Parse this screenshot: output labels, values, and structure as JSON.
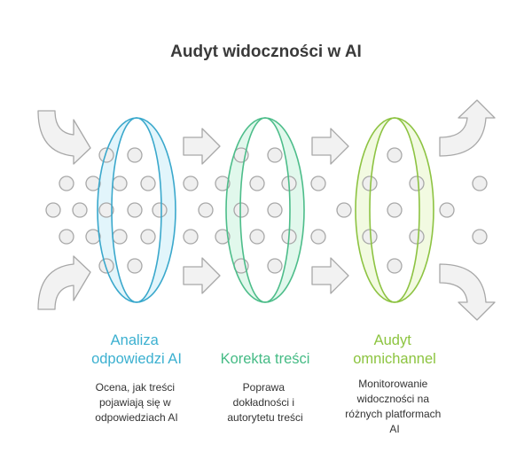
{
  "title": "Audyt widoczności w AI",
  "steps": [
    {
      "title_lines": [
        "Analiza",
        "odpowiedzi AI"
      ],
      "desc_lines": [
        "Ocena, jak treści",
        "pojawiają się w",
        "odpowiedziach AI"
      ],
      "color": "#3bb0d0",
      "stroke": "#3aa8cc",
      "fill": "#dff4fb"
    },
    {
      "title_lines": [
        "Korekta treści"
      ],
      "desc_lines": [
        "Poprawa",
        "dokładności i",
        "autorytetu treści"
      ],
      "color": "#45bb85",
      "stroke": "#4dbd8a",
      "fill": "#def7ea"
    },
    {
      "title_lines": [
        "Audyt",
        "omnichannel"
      ],
      "desc_lines": [
        "Monitorowanie",
        "widoczności na",
        "różnych platformach",
        "AI"
      ],
      "color": "#8cc43f",
      "stroke": "#8dc342",
      "fill": "#f1f9de"
    }
  ]
}
